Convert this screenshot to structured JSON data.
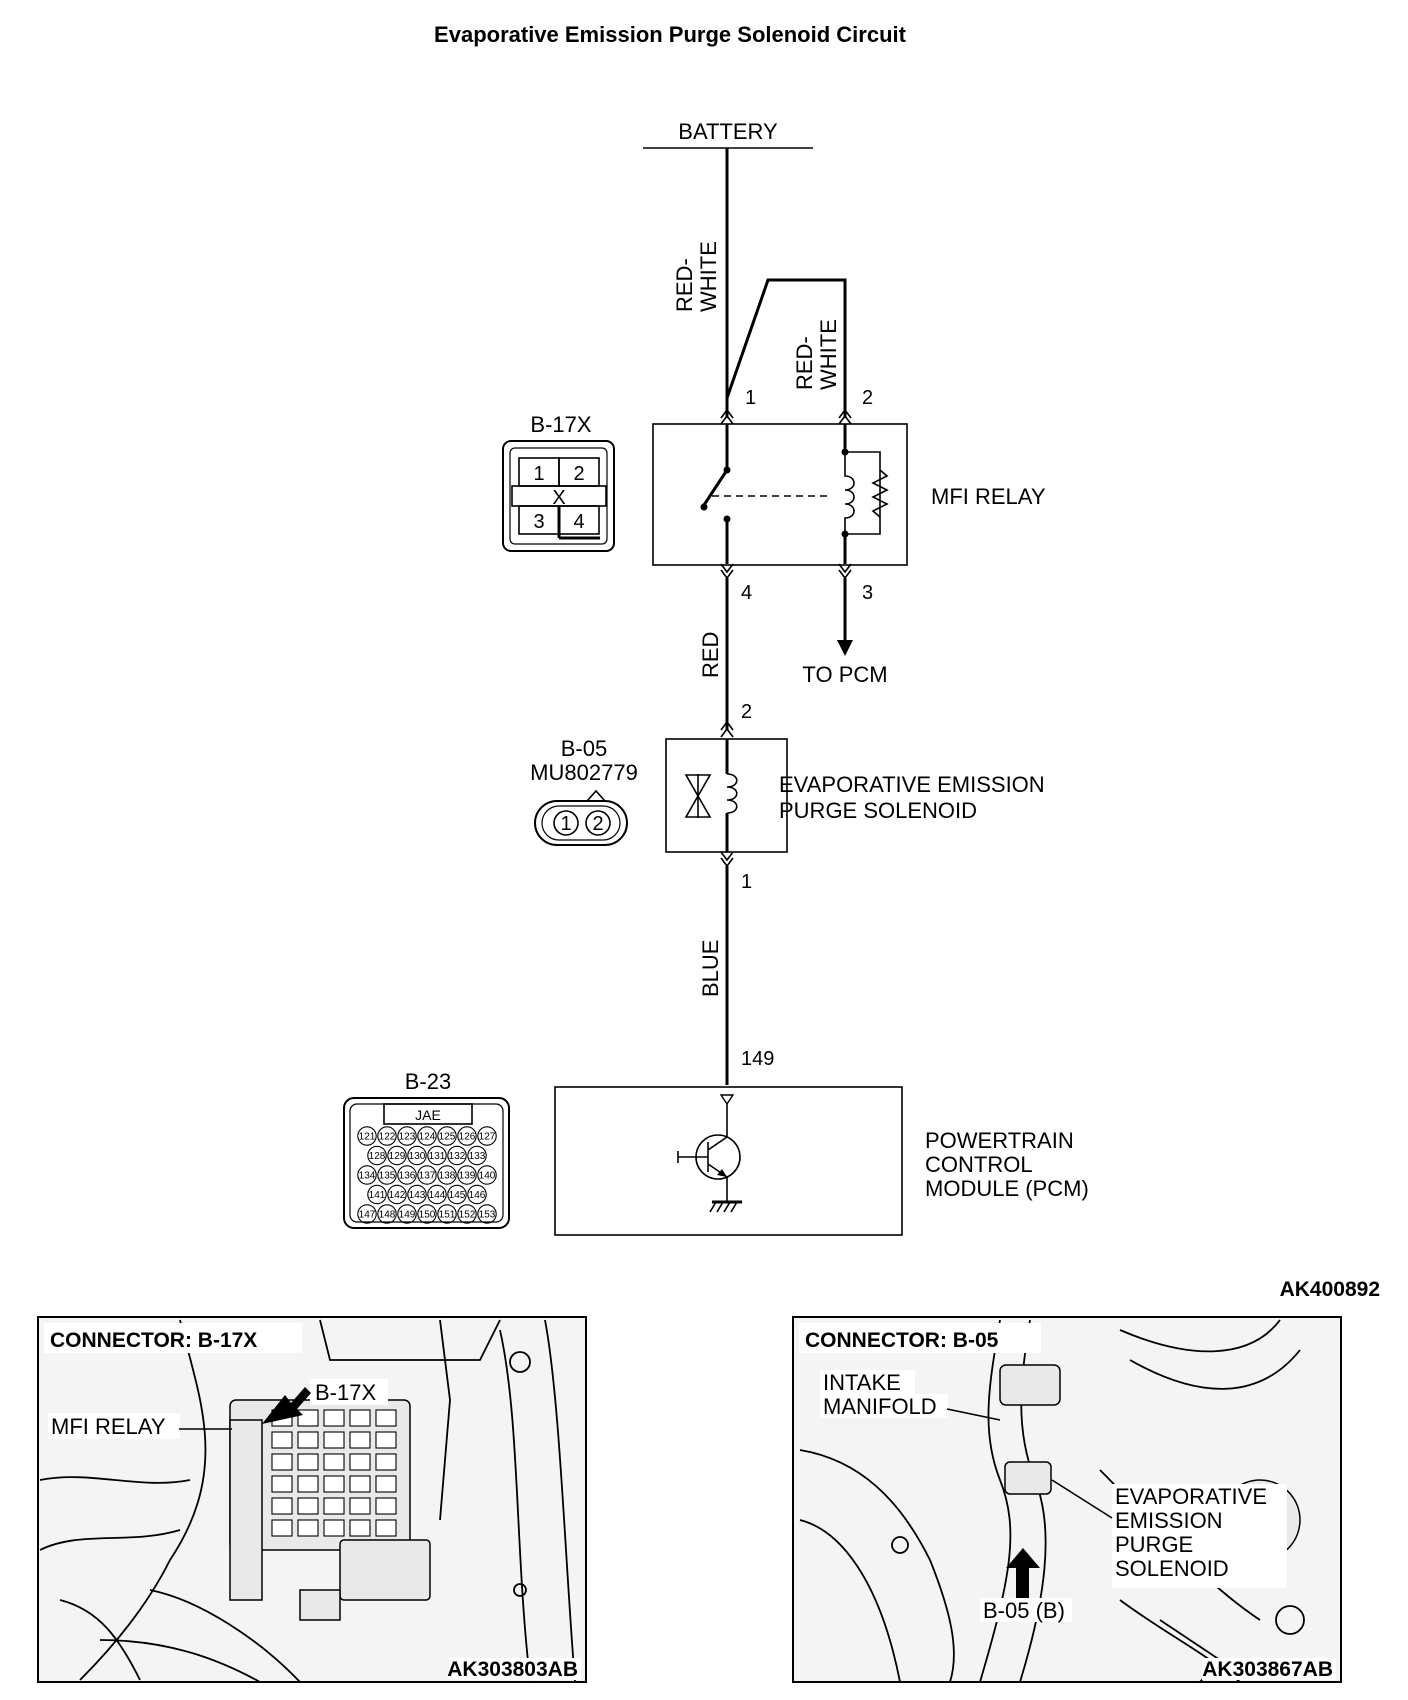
{
  "title": "Evaporative Emission Purge Solenoid Circuit",
  "figure_id": "AK400892",
  "battery_label": "BATTERY",
  "wires": {
    "battery_to_relay": [
      "RED-",
      "WHITE"
    ],
    "relay_coil_feed": [
      "RED-",
      "WHITE"
    ],
    "relay_to_solenoid": "RED",
    "solenoid_to_pcm": "BLUE"
  },
  "mfi_relay": {
    "label": "MFI RELAY",
    "connector": "B-17X",
    "connector_pins": [
      "1",
      "2",
      "3",
      "4"
    ],
    "connector_mark": "X",
    "pins": {
      "p1": "1",
      "p2": "2",
      "p3": "3",
      "p4": "4"
    },
    "to_pcm": "TO PCM"
  },
  "solenoid": {
    "label_line1": "EVAPORATIVE EMISSION",
    "label_line2": "PURGE SOLENOID",
    "connector": "B-05",
    "part_number": "MU802779",
    "connector_pins": [
      "1",
      "2"
    ],
    "pins": {
      "top": "2",
      "bottom": "1"
    }
  },
  "pcm": {
    "label_line1": "POWERTRAIN",
    "label_line2": "CONTROL",
    "label_line3": "MODULE (PCM)",
    "connector": "B-23",
    "connector_maker": "JAE",
    "pin": "149",
    "connector_pin_rows": [
      [
        "121",
        "122",
        "123",
        "124",
        "125",
        "126",
        "127"
      ],
      [
        "128",
        "129",
        "130",
        "131",
        "132",
        "133"
      ],
      [
        "134",
        "135",
        "136",
        "137",
        "138",
        "139",
        "140"
      ],
      [
        "141",
        "142",
        "143",
        "144",
        "145",
        "146"
      ],
      [
        "147",
        "148",
        "149",
        "150",
        "151",
        "152",
        "153"
      ]
    ]
  },
  "photo_left": {
    "title": "CONNECTOR: B-17X",
    "callout_connector": "B-17X",
    "callout_relay": "MFI RELAY",
    "id": "AK303803AB"
  },
  "photo_right": {
    "title": "CONNECTOR: B-05",
    "callout_intake_1": "INTAKE",
    "callout_intake_2": "MANIFOLD",
    "callout_evap_1": "EVAPORATIVE",
    "callout_evap_2": "EMISSION",
    "callout_evap_3": "PURGE",
    "callout_evap_4": "SOLENOID",
    "callout_connector": "B-05 (B)",
    "id": "AK303867AB"
  }
}
